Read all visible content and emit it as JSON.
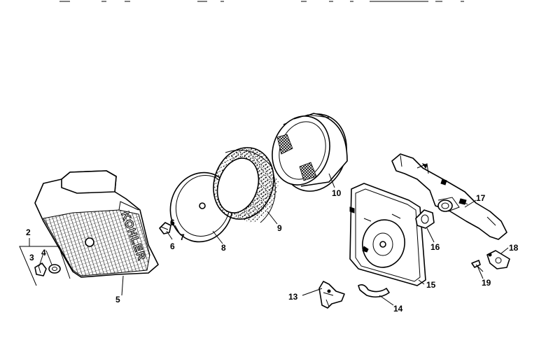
{
  "brand_text": "KOHLER",
  "callouts": {
    "c2": "2",
    "c3": "3",
    "c4": "4",
    "c5": "5",
    "c6a": "6",
    "c6b": "6",
    "c7": "7",
    "c8": "8",
    "c9": "9",
    "c10": "10",
    "c13": "13",
    "c14": "14",
    "c15": "15",
    "c16": "16",
    "c17": "17",
    "c18": "18",
    "c19": "19"
  }
}
